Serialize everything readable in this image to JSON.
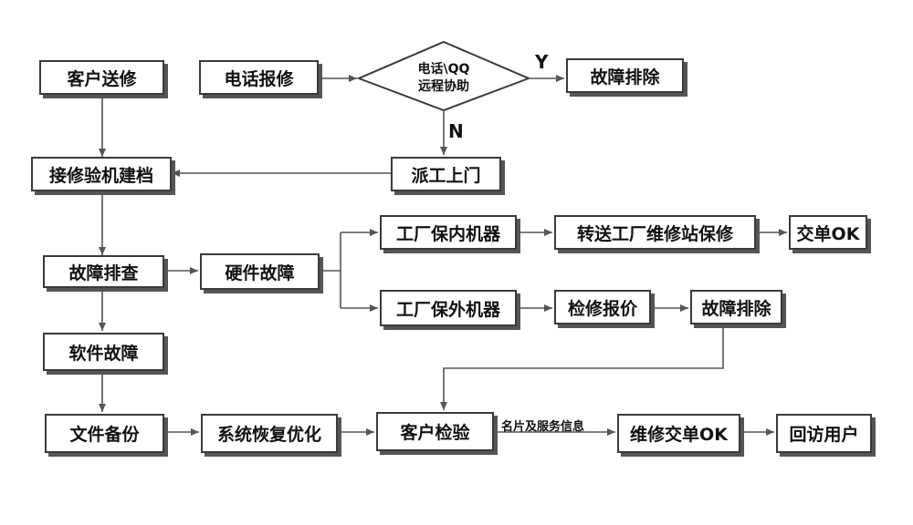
{
  "nodes": {
    "customer_send": "客户送修",
    "phone_report": "电话报修",
    "decision_line1": "电话\\QQ",
    "decision_line2": "远程协助",
    "fix_fault_top": "故障排除",
    "dispatch_onsite": "派工上门",
    "receive_inspect": "接修验机建档",
    "troubleshoot": "故障排查",
    "hardware_fault": "硬件故障",
    "in_warranty": "工厂保内机器",
    "transfer_station": "转送工厂维修站保修",
    "close_ok_top": "交单OK",
    "out_warranty": "工厂保外机器",
    "repair_quote": "检修报价",
    "fix_fault_mid": "故障排除",
    "software_fault": "软件故障",
    "file_backup": "文件备份",
    "system_restore": "系统恢复优化",
    "customer_check": "客户检验",
    "repair_close_ok": "维修交单OK",
    "follow_up": "回访用户"
  },
  "edge_labels": {
    "yes": "Y",
    "no": "N",
    "card_service": "名片及服务信息"
  },
  "colors": {
    "border": "#3a3a3a",
    "shadow": "#555555",
    "line": "#555555",
    "text": "#111111"
  }
}
